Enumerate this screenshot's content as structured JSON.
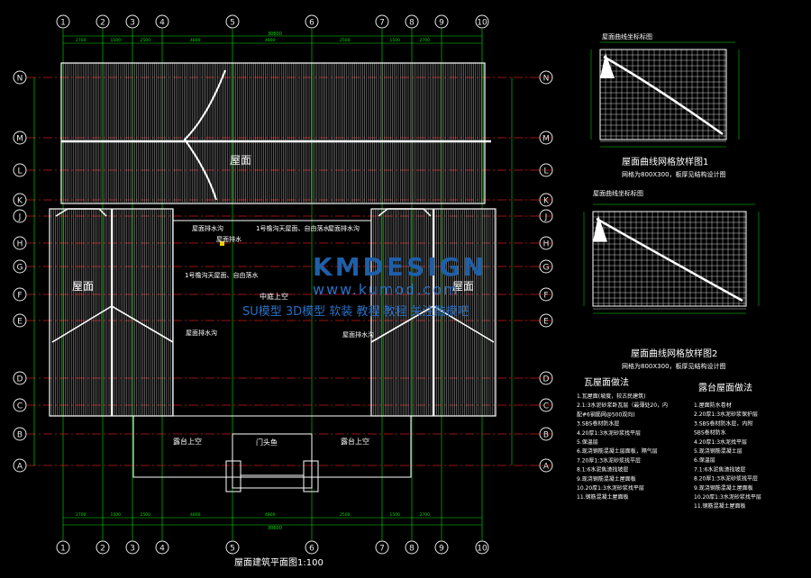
{
  "drawing": {
    "plan_title": "屋面建筑平面图1:100",
    "colors": {
      "axis": "#00c000",
      "red": "#d01818",
      "line": "#ffffff",
      "dim": "#00e000",
      "bubble": "#e8e8e8",
      "hatch": "#bfbfbf",
      "yellow": "#e8d000"
    },
    "col_axes": [
      "1",
      "2",
      "3",
      "4",
      "5",
      "6",
      "7",
      "8",
      "9",
      "10"
    ],
    "row_axes": [
      "N",
      "M",
      "L",
      "K",
      "J",
      "H",
      "G",
      "F",
      "E",
      "D",
      "C",
      "B",
      "A"
    ],
    "top_dims": [
      "2700",
      "1500",
      "2500",
      "4800",
      "4800",
      "2500",
      "1500",
      "2700"
    ],
    "top_total": "30600",
    "bottom_dims": [
      "2700",
      "1500",
      "2500",
      "4800",
      "4800",
      "2500",
      "1500",
      "2700"
    ],
    "bottom_total": "30600",
    "labels": {
      "roof_top": "屋面",
      "roof_left": "屋面",
      "roof_right": "屋面",
      "courtyard": "中庭上空",
      "ridge_left": "屋面排水沟",
      "ridge_right": "屋面排水沟",
      "gutter_1": "屋面排水沟",
      "gutter_2": "屋面排水",
      "note_1": "1号檐沟天屋面、自由落水",
      "note_2": "1号檐沟天屋面、自由落水",
      "note_3": "屋面排水沟",
      "terrace_left": "露台上空",
      "terrace_right": "露台上空",
      "gate": "门头鱼"
    },
    "details": [
      {
        "title": "屋面曲线网格放样图1",
        "subtitle": "网格为800X300，板厚见结构设计图",
        "header": "屋面曲线坐标标图"
      },
      {
        "title": "屋面曲线网格放样图2",
        "subtitle": "网格为800X300，板厚见结构设计图",
        "header": "屋面曲线坐标标图"
      }
    ],
    "notes_left": {
      "title": "瓦屋面做法",
      "items": [
        "1.瓦屋面(坡度，较古民建筑)",
        "2.1:3水泥砂浆卧瓦层（最薄处20，内",
        "配#6钢筋网@500双向)",
        "3.SBS卷材防水层",
        "4.20厚1:3水泥砂浆找平层",
        "5.保温层",
        "6.现浇钢筋混凝土层面板，隔气层",
        "7.20厚1:3水泥砂浆找平层",
        "8.1:6水泥焦渣找坡层",
        "9.现浇钢筋混凝土屋面板",
        "10.20厚1:3水泥砂浆找平层",
        "11.钢筋混凝土屋面板"
      ]
    },
    "notes_right": {
      "title": "露台屋面做法",
      "items": [
        "1.屋面防水卷材",
        "2.20厚1:3水泥砂浆保护层",
        "3.SBS卷材防水层，内附",
        "SBS卷材防水",
        "4.20厚1:3水泥找平层",
        "5.现浇钢筋混凝土层",
        "6.保温层",
        "7.1:6水泥焦渣找坡层",
        "8.20厚1:3水泥砂浆找平层",
        "9.现浇钢筋混凝土屋面板",
        "10.20厚1:3水泥砂浆找平层",
        "11.钢筋混凝土屋面板"
      ]
    }
  },
  "watermark": {
    "brand": "KMDESIGN",
    "url": "www.kumod.com",
    "slogan": "SU模型 3D模型 软装 教程 教程 关注酷模吧"
  }
}
